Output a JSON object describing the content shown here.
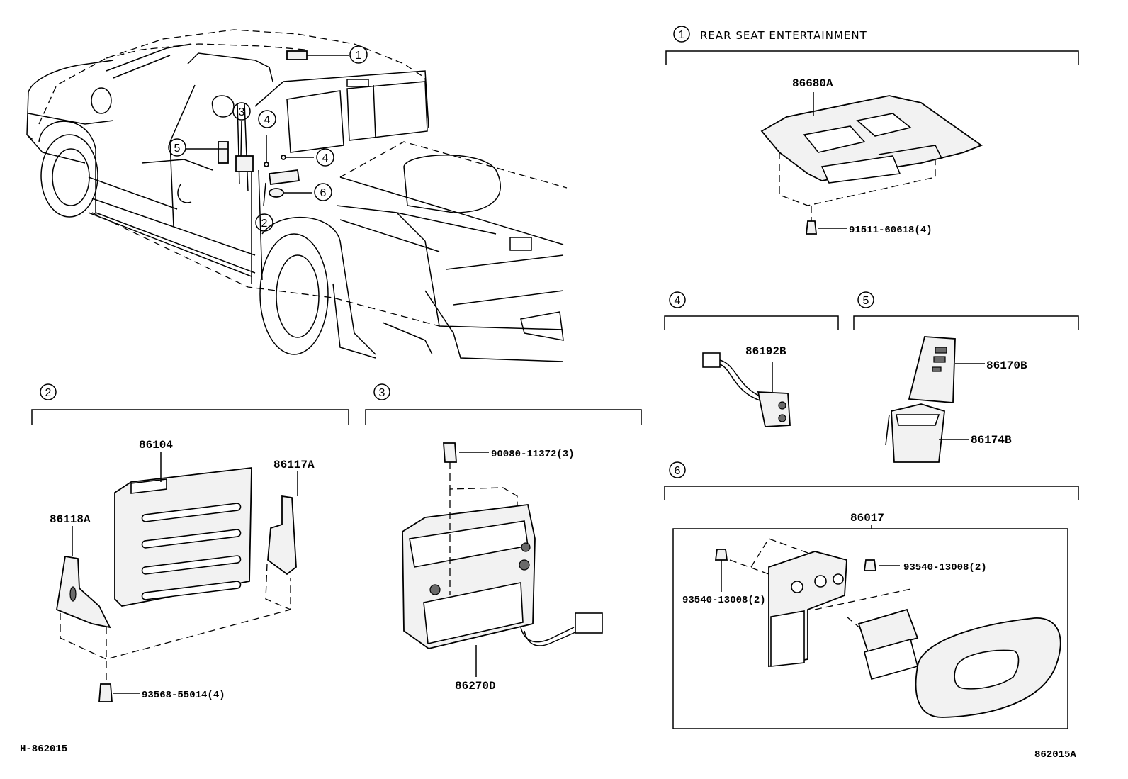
{
  "sections": {
    "s1": {
      "number": "1",
      "title": "REAR SEAT ENTERTAINMENT"
    },
    "s2": {
      "number": "2"
    },
    "s3": {
      "number": "3"
    },
    "s4": {
      "number": "4"
    },
    "s5": {
      "number": "5"
    },
    "s6": {
      "number": "6"
    }
  },
  "callouts": [
    "1",
    "2",
    "3",
    "4",
    "4",
    "5",
    "6"
  ],
  "parts": {
    "p86680A": "86680A",
    "p91511": "91511-60618(4)",
    "p86192B": "86192B",
    "p86170B": "86170B",
    "p86174B": "86174B",
    "p86017": "86017",
    "p93540a": "93540-13008(2)",
    "p93540b": "93540-13008(2)",
    "p86104": "86104",
    "p86117A": "86117A",
    "p86118A": "86118A",
    "p93568": "93568-55014(4)",
    "p90080": "90080-11372(3)",
    "p86270D": "86270D"
  },
  "codes": {
    "left": "H-862015",
    "right": "862015A"
  }
}
